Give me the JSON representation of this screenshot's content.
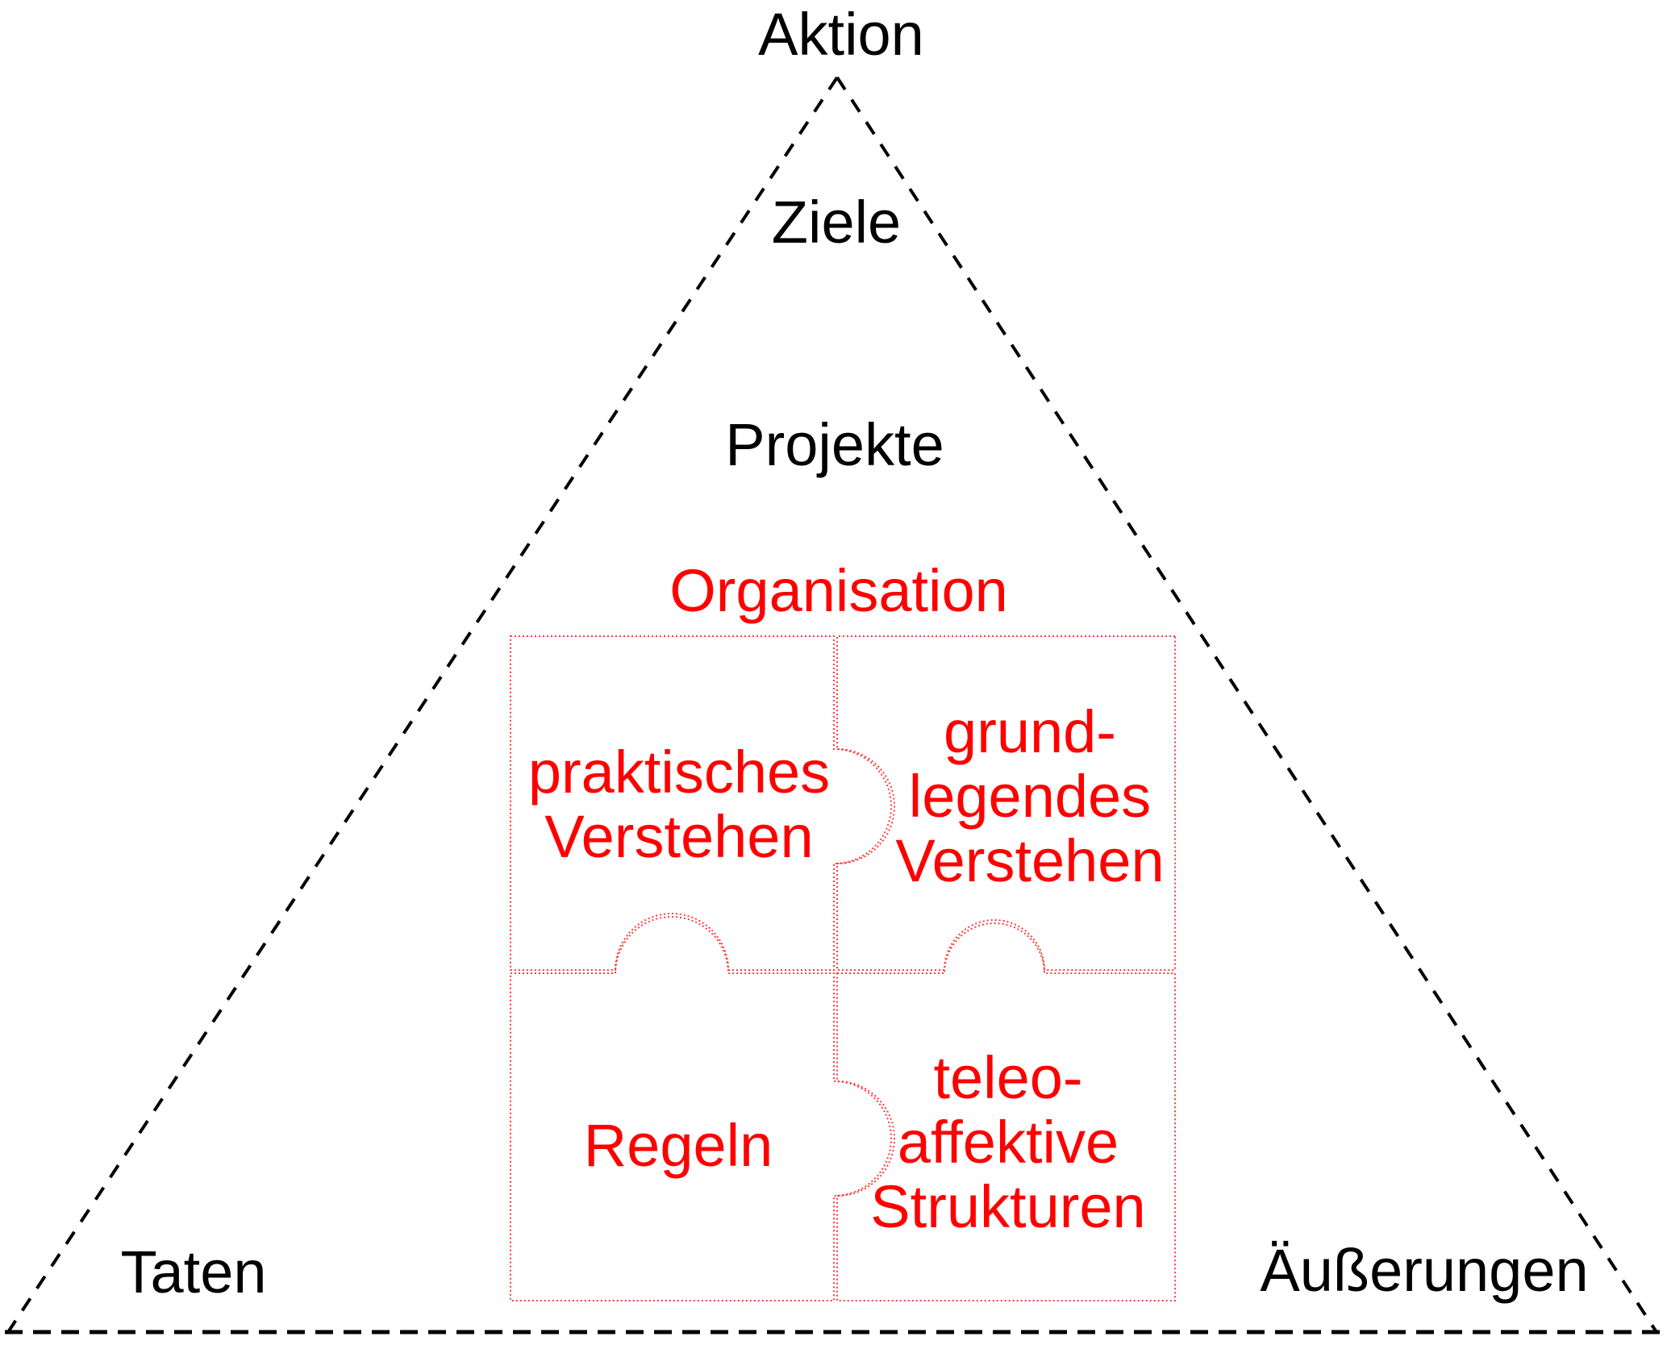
{
  "diagram": {
    "type": "pyramid-with-puzzle",
    "triangle_labels": {
      "top": "Aktion",
      "level2": "Ziele",
      "level3": "Projekte",
      "level4": "Organisation",
      "bottom_left": "Taten",
      "bottom_right": "Äußerungen"
    },
    "puzzle": {
      "top_left": "praktisches\nVerstehen",
      "top_right": "grund-\nlegendes\nVerstehen",
      "bottom_left": "Regeln",
      "bottom_right": "teleo-\naffektive\nStrukturen"
    },
    "colors": {
      "black_text": "#000000",
      "red_text": "#ff0000",
      "puzzle_outline_red": "#ff3b3b",
      "triangle_dashed_black": "#000000",
      "background": "#ffffff"
    }
  }
}
